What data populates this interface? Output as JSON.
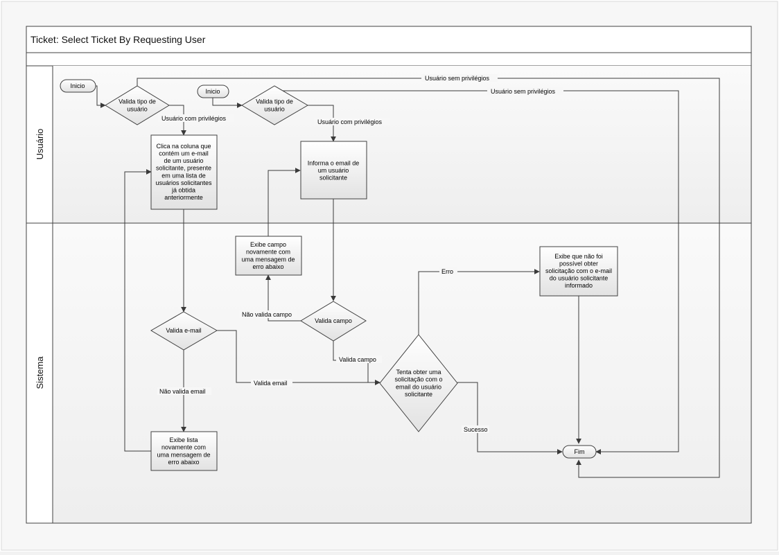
{
  "diagram": {
    "title": "Ticket: Select Ticket By Requesting User",
    "lanes": [
      {
        "label": "Usuário"
      },
      {
        "label": "Sistema"
      }
    ],
    "nodes": {
      "start1": {
        "text": [
          "Inicio"
        ]
      },
      "start2": {
        "text": [
          "Inicio"
        ]
      },
      "decision_tipo1": {
        "text": [
          "Valida tipo de",
          "usuário"
        ]
      },
      "decision_tipo2": {
        "text": [
          "Valida tipo de",
          "usuário"
        ]
      },
      "task_clica": {
        "text": [
          "Clica na coluna que",
          "contém um e-mail",
          "de um usuário",
          "solicitante, presente",
          "em uma lista de",
          "usuários solicitantes",
          "já obtida",
          "anteriormente"
        ]
      },
      "task_informa": {
        "text": [
          "Informa o email de",
          "um usuário",
          "solicitante"
        ]
      },
      "task_exibe_campo": {
        "text": [
          "Exibe campo",
          "novamente com",
          "uma mensagem de",
          "erro abaixo"
        ]
      },
      "task_exibe_nao_foi": {
        "text": [
          "Exibe que não foi",
          "possível obter",
          "solicitação com o e-mail",
          "do usuário solicitante",
          "informado"
        ]
      },
      "decision_campo": {
        "text": [
          "Valida campo"
        ]
      },
      "decision_email": {
        "text": [
          "Valida e-mail"
        ]
      },
      "decision_tenta": {
        "text": [
          "Tenta obter uma",
          "solicitação com o",
          "email do usuário",
          "solicitante"
        ]
      },
      "task_exibe_lista": {
        "text": [
          "Exibe lista",
          "novamente com",
          "uma mensagem de",
          "erro abaixo"
        ]
      },
      "end": {
        "text": [
          "Fim"
        ]
      }
    },
    "edge_labels": {
      "sem_priv_1": "Usuário sem privilégios",
      "sem_priv_2": "Usuário sem privilégios",
      "com_priv_1": "Usuário com privilégios",
      "com_priv_2": "Usuário com privilégios",
      "nao_valida_campo": "Não valida campo",
      "valida_campo": "Valida campo",
      "valida_email": "Valida email",
      "nao_valida_email": "Não valida email",
      "erro": "Erro",
      "sucesso": "Sucesso"
    },
    "colors": {
      "node_fill_top": "#ffffff",
      "node_fill_bottom": "#e4e4e4",
      "stroke": "#3f3f3f",
      "lane_fill": "#f6f6f6"
    }
  }
}
